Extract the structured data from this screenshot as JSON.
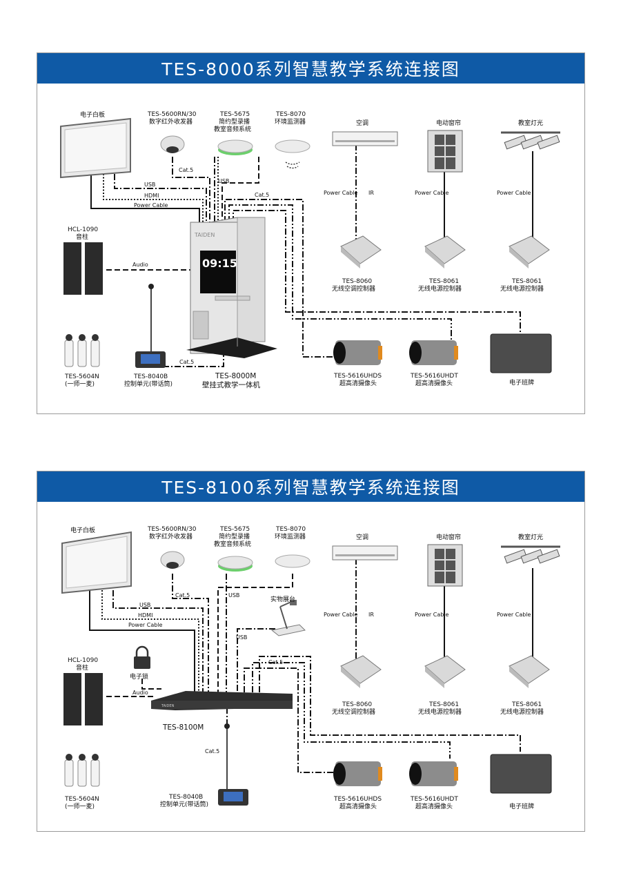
{
  "diagram1": {
    "title": "TES-8000系列智慧教学系统连接图",
    "whiteboard": "电子白板",
    "ir_model": "TES-5600RN/30",
    "ir_name": "数字红外收发器",
    "audio_model": "TES-5675",
    "audio_name1": "简约型录播",
    "audio_name2": "教室音频系统",
    "env_model": "TES-8070",
    "env_name": "环境监测器",
    "ac": "空调",
    "curtain": "电动窗帘",
    "light": "教室灯光",
    "spk_model": "HCL-1090",
    "spk_name": "音柱",
    "mic_model": "TES-5604N",
    "mic_name": "(一师一麦)",
    "ctrl_model": "TES-8040B",
    "ctrl_name": "控制单元(带话筒)",
    "main_model": "TES-8000M",
    "main_name": "壁挂式教学一体机",
    "screen_time": "09:15",
    "brand": "TAIDEN",
    "ctrl1_model": "TES-8060",
    "ctrl1_name": "无线空调控制器",
    "ctrl2_model": "TES-8061",
    "ctrl2_name": "无线电源控制器",
    "ctrl3_model": "TES-8061",
    "ctrl3_name": "无线电源控制器",
    "cam1_model": "TES-5616UHDS",
    "cam1_name": "超高清摄像头",
    "cam2_model": "TES-5616UHDT",
    "cam2_name": "超高清摄像头",
    "board": "电子班牌",
    "l_cat5": "Cat.5",
    "l_usb": "USB",
    "l_hdmi": "HDMI",
    "l_power": "Power Cable",
    "l_audio": "Audio",
    "l_ir": "IR"
  },
  "diagram2": {
    "title": "TES-8100系列智慧教学系统连接图",
    "whiteboard": "电子白板",
    "ir_model": "TES-5600RN/30",
    "ir_name": "数字红外收发器",
    "audio_model": "TES-5675",
    "audio_name1": "简约型录播",
    "audio_name2": "教室音频系统",
    "env_model": "TES-8070",
    "env_name": "环境监测器",
    "ac": "空调",
    "curtain": "电动窗帘",
    "light": "教室灯光",
    "visualizer": "实物展台",
    "lock": "电子锁",
    "spk_model": "HCL-1090",
    "spk_name": "音柱",
    "mic_model": "TES-5604N",
    "mic_name": "(一师一麦)",
    "ctrl_model": "TES-8040B",
    "ctrl_name": "控制单元(带话筒)",
    "main_model": "TES-8100M",
    "brand": "TAIDEN",
    "ctrl1_model": "TES-8060",
    "ctrl1_name": "无线空调控制器",
    "ctrl2_model": "TES-8061",
    "ctrl2_name": "无线电源控制器",
    "ctrl3_model": "TES-8061",
    "ctrl3_name": "无线电源控制器",
    "cam1_model": "TES-5616UHDS",
    "cam1_name": "超高清摄像头",
    "cam2_model": "TES-5616UHDT",
    "cam2_name": "超高清摄像头",
    "board": "电子班牌",
    "l_cat5": "Cat.5",
    "l_usb": "USB",
    "l_hdmi": "HDMI",
    "l_power": "Power Cable",
    "l_audio": "Audio",
    "l_ir": "IR"
  }
}
